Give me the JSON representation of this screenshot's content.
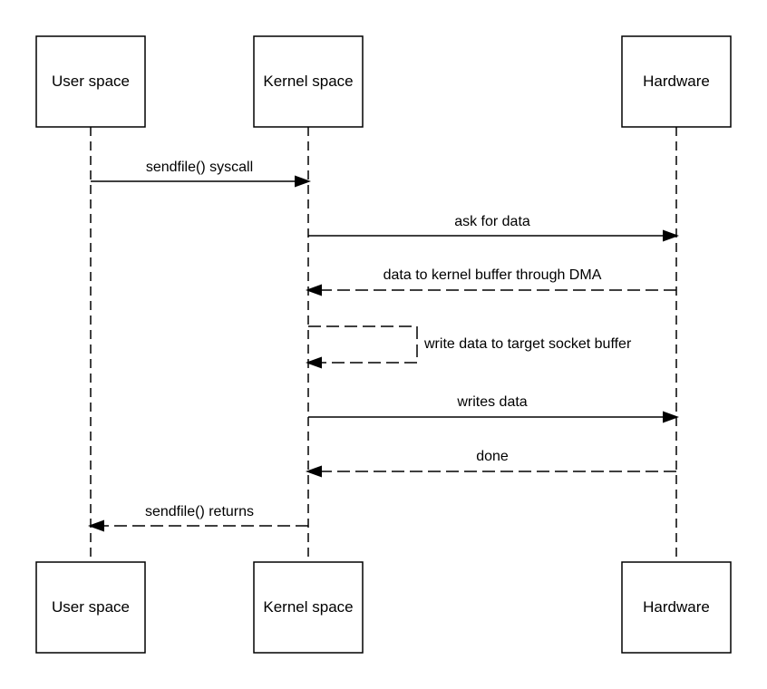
{
  "participants": [
    {
      "id": "user",
      "label": "User space"
    },
    {
      "id": "kernel",
      "label": "Kernel space"
    },
    {
      "id": "hardware",
      "label": "Hardware"
    }
  ],
  "messages": [
    {
      "from": "user",
      "to": "kernel",
      "label": "sendfile() syscall",
      "style": "solid"
    },
    {
      "from": "kernel",
      "to": "hardware",
      "label": "ask for data",
      "style": "solid"
    },
    {
      "from": "hardware",
      "to": "kernel",
      "label": "data to kernel buffer through DMA",
      "style": "dashed"
    },
    {
      "from": "kernel",
      "to": "kernel",
      "label": "write data to target socket buffer",
      "style": "dashed"
    },
    {
      "from": "kernel",
      "to": "hardware",
      "label": "writes data",
      "style": "solid"
    },
    {
      "from": "hardware",
      "to": "kernel",
      "label": "done",
      "style": "dashed"
    },
    {
      "from": "kernel",
      "to": "user",
      "label": "sendfile() returns",
      "style": "dashed"
    }
  ],
  "colors": {
    "stroke": "#000000",
    "background": "#ffffff"
  }
}
